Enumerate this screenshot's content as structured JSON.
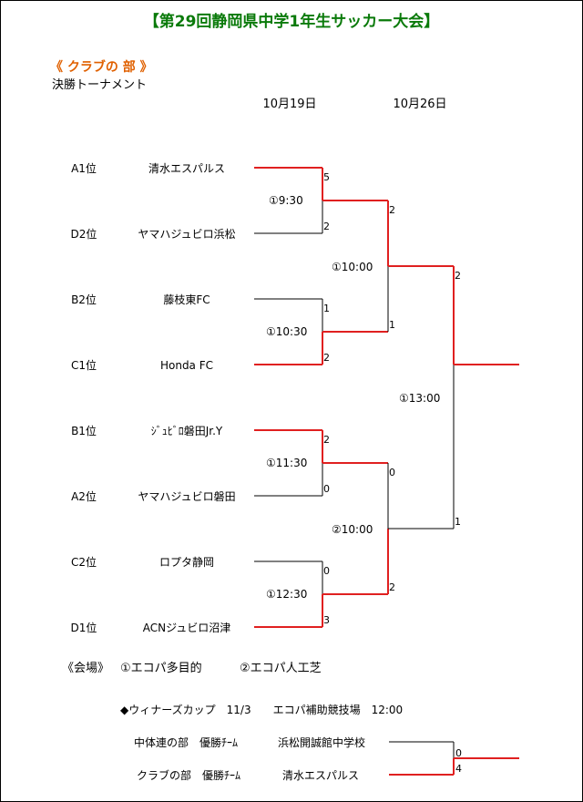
{
  "header": {
    "title": "【第29回静岡県中学1年生サッカー大会】",
    "section_title": "《 クラブの 部 》",
    "subtitle": "決勝トーナメント"
  },
  "dates": {
    "round1_quarter": "10月19日",
    "round2_semi_final": "10月26日"
  },
  "teams": [
    {
      "rank": "A1位",
      "name": "清水エスパルス"
    },
    {
      "rank": "D2位",
      "name": "ヤマハジュビロ浜松"
    },
    {
      "rank": "B2位",
      "name": "藤枝東FC"
    },
    {
      "rank": "C1位",
      "name": "Honda FC"
    },
    {
      "rank": "B1位",
      "name": "ｼﾞｭﾋﾞﾛ磐田Jr.Y"
    },
    {
      "rank": "A2位",
      "name": "ヤマハジュビロ磐田"
    },
    {
      "rank": "C2位",
      "name": "ロプタ静岡"
    },
    {
      "rank": "D1位",
      "name": "ACNジュビロ沼津"
    }
  ],
  "quarterfinals": [
    {
      "time": "①9:30",
      "scores": [
        "5",
        "2"
      ],
      "winner": 0
    },
    {
      "time": "①10:30",
      "scores": [
        "1",
        "2"
      ],
      "winner": 1
    },
    {
      "time": "①11:30",
      "scores": [
        "2",
        "0"
      ],
      "winner": 0
    },
    {
      "time": "①12:30",
      "scores": [
        "0",
        "3"
      ],
      "winner": 1
    }
  ],
  "semifinals": [
    {
      "time": "①10:00",
      "scores": [
        "2",
        "1"
      ],
      "winner": 0
    },
    {
      "time": "②10:00",
      "scores": [
        "0",
        "2"
      ],
      "winner": 1
    }
  ],
  "final": {
    "time": "①13:00",
    "scores": [
      "2",
      "1"
    ],
    "winner": 0
  },
  "venues": {
    "label": "《会場》",
    "venue_1": "①エコパ多目的",
    "venue_2": "②エコパ人工芝"
  },
  "winners_cup": {
    "heading": "◆ウィナーズカップ　11/3　　エコパ補助競技場　12:00",
    "entries": [
      {
        "label": "中体連の部　優勝ﾁｰﾑ",
        "team": "浜松開誠館中学校",
        "score": "0"
      },
      {
        "label": "クラブの部　優勝ﾁｰﾑ",
        "team": "清水エスパルス",
        "score": "4"
      }
    ],
    "winner": 1
  },
  "colors": {
    "title": "#0a7a0a",
    "section": "#e06000",
    "winner_line": "#e02020",
    "line": "#000000"
  }
}
